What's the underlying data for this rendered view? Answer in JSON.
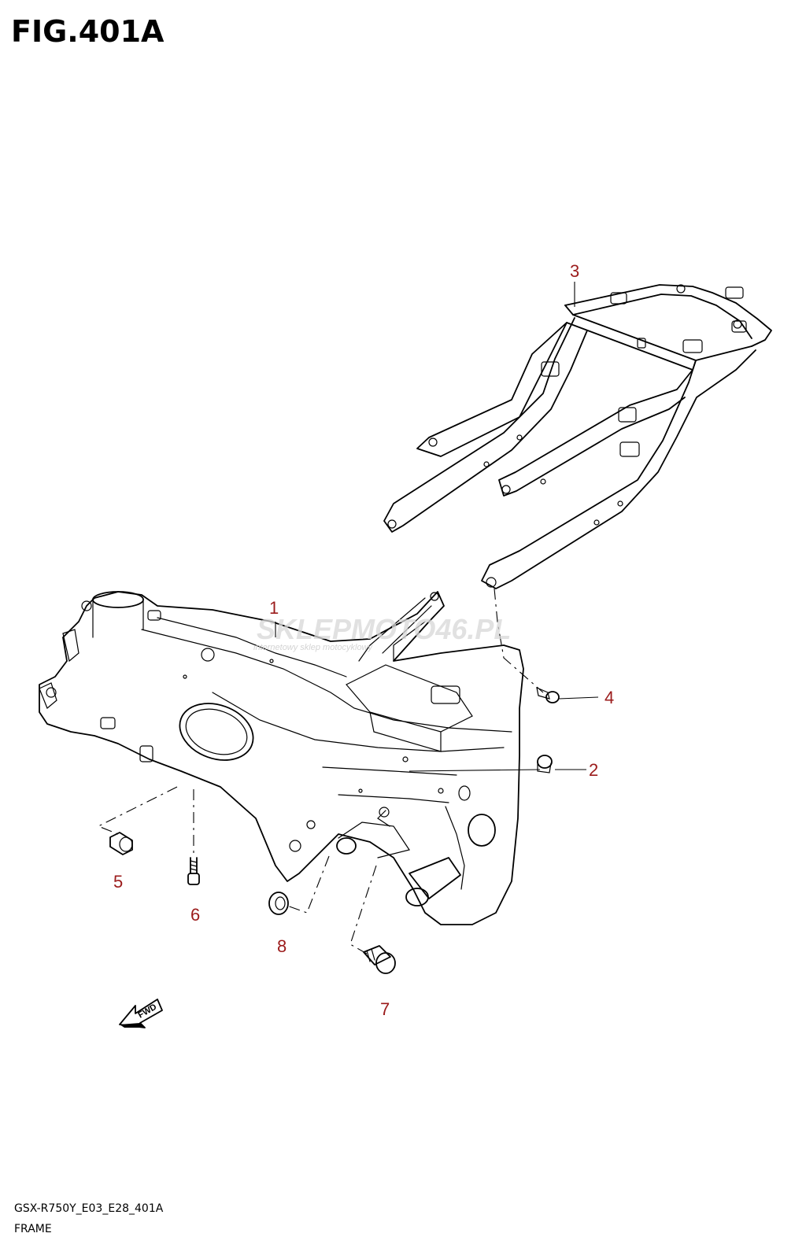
{
  "figure": {
    "title": "FIG.401A",
    "code": "GSX-R750Y_E03_E28_401A",
    "name": "FRAME"
  },
  "watermark": {
    "brand": "SKLEPMOTO46.PL",
    "tagline": "internetowy sklep motocyklowy"
  },
  "fwd_label": "FWD",
  "callouts": [
    {
      "id": "1",
      "label": "1"
    },
    {
      "id": "2",
      "label": "2"
    },
    {
      "id": "3",
      "label": "3"
    },
    {
      "id": "4",
      "label": "4"
    },
    {
      "id": "5",
      "label": "5"
    },
    {
      "id": "6",
      "label": "6"
    },
    {
      "id": "7",
      "label": "7"
    },
    {
      "id": "8",
      "label": "8"
    }
  ],
  "colors": {
    "callout": "#9b1b1b",
    "line": "#000000",
    "watermark": "#d8d8d8"
  }
}
